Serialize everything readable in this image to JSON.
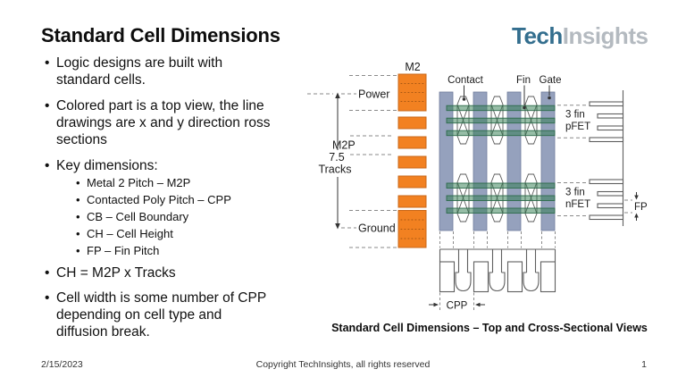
{
  "slide": {
    "title": "Standard Cell Dimensions",
    "logo": {
      "blue": "Tech",
      "gray": "Insights"
    },
    "bullets": {
      "b1": "Logic designs are built with\nstandard cells.",
      "b2": "Colored part is a top view, the line\ndrawings are x and y direction ross\nsections",
      "b3": "Key dimensions:",
      "sub": [
        "Metal 2 Pitch – M2P",
        "Contacted Poly Pitch – CPP",
        "CB – Cell Boundary",
        "CH – Cell Height",
        "FP – Fin Pitch"
      ],
      "b4": "CH = M2P x Tracks",
      "b5": "Cell width is some number of CPP\ndepending on cell type and\ndiffusion break."
    },
    "caption": "Standard Cell Dimensions – Top and Cross-Sectional Views",
    "footer": {
      "date": "2/15/2023",
      "copyright": "Copyright TechInsights, all rights reserved",
      "page": "1"
    }
  },
  "diagram": {
    "labels": {
      "m2": "M2",
      "power": "Power",
      "m2p": "M2P",
      "tracks_value": "7.5",
      "tracks_word": "Tracks",
      "ground": "Ground",
      "contact": "Contact",
      "fin": "Fin",
      "gate": "Gate",
      "fin_count_p": "3 fin",
      "pfet": "pFET",
      "fin_count_n": "3 fin",
      "nfet": "nFET",
      "fp": "FP",
      "cpp": "CPP"
    },
    "colors": {
      "m2_orange": "#F28121",
      "gate_blue": "#95A1BD",
      "fin_green": "#2D7B4E",
      "logo_blue": "#336E8E",
      "logo_gray": "#B4BAC0"
    }
  }
}
